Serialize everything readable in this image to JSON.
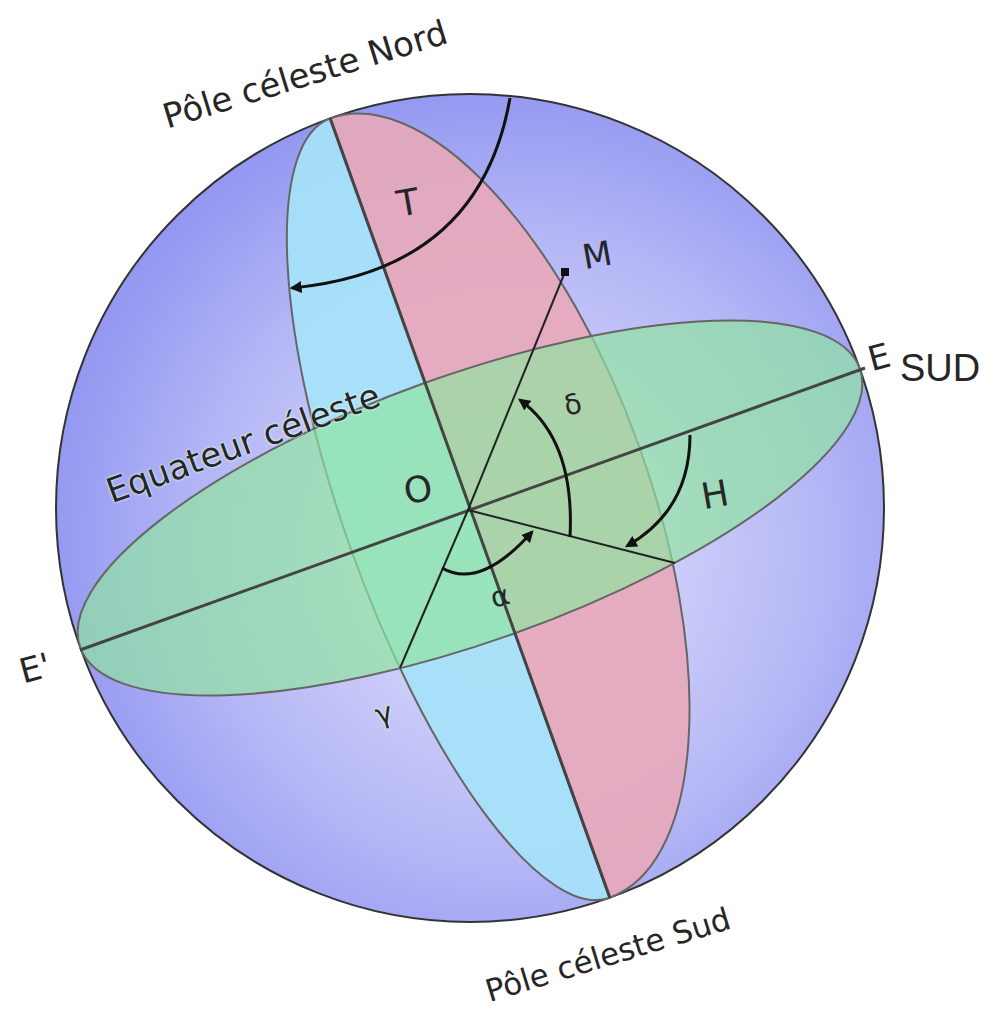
{
  "diagram": {
    "labels": [
      "Pôle céleste Nord",
      "T",
      "M",
      "E",
      "SUD",
      "Equateur céleste",
      "O",
      "δ",
      "H",
      "α",
      "E'",
      "γ",
      "Pôle céleste Sud"
    ]
  }
}
